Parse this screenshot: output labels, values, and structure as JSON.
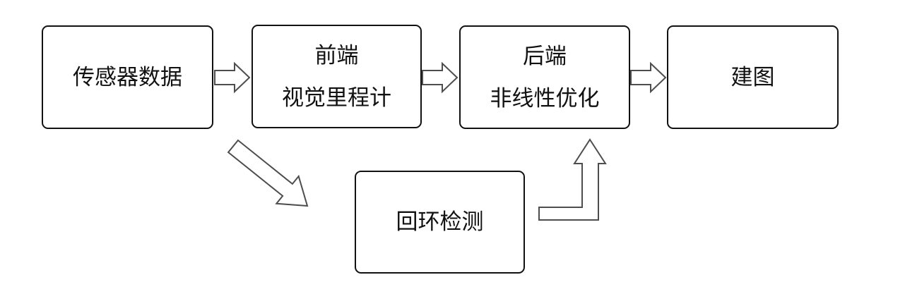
{
  "diagram": {
    "type": "flowchart",
    "description": "visual SLAM pipeline"
  },
  "nodes": [
    {
      "id": "sensor-data",
      "lines": [
        "传感器数据"
      ]
    },
    {
      "id": "frontend-vo",
      "lines": [
        "前端",
        "视觉里程计"
      ]
    },
    {
      "id": "backend-optimization",
      "lines": [
        "后端",
        "非线性优化"
      ]
    },
    {
      "id": "mapping",
      "lines": [
        "建图"
      ]
    },
    {
      "id": "loop-closure",
      "lines": [
        "回环检测"
      ]
    }
  ],
  "edges": [
    {
      "from": "sensor-data",
      "to": "frontend-vo",
      "style": "block-arrow-right"
    },
    {
      "from": "frontend-vo",
      "to": "backend-optimization",
      "style": "block-arrow-right"
    },
    {
      "from": "backend-optimization",
      "to": "mapping",
      "style": "block-arrow-right"
    },
    {
      "from": "frontend-vo",
      "to": "loop-closure",
      "style": "block-arrow-diagonal-down-right"
    },
    {
      "from": "loop-closure",
      "to": "backend-optimization",
      "style": "outline-elbow-arrow-up"
    }
  ],
  "colors": {
    "background": "#ffffff",
    "box_border": "#111111",
    "box_fill": "#ffffff",
    "arrow_outline": "#4d4d4d",
    "arrow_fill": "#ffffff",
    "text_color": "#111111"
  }
}
